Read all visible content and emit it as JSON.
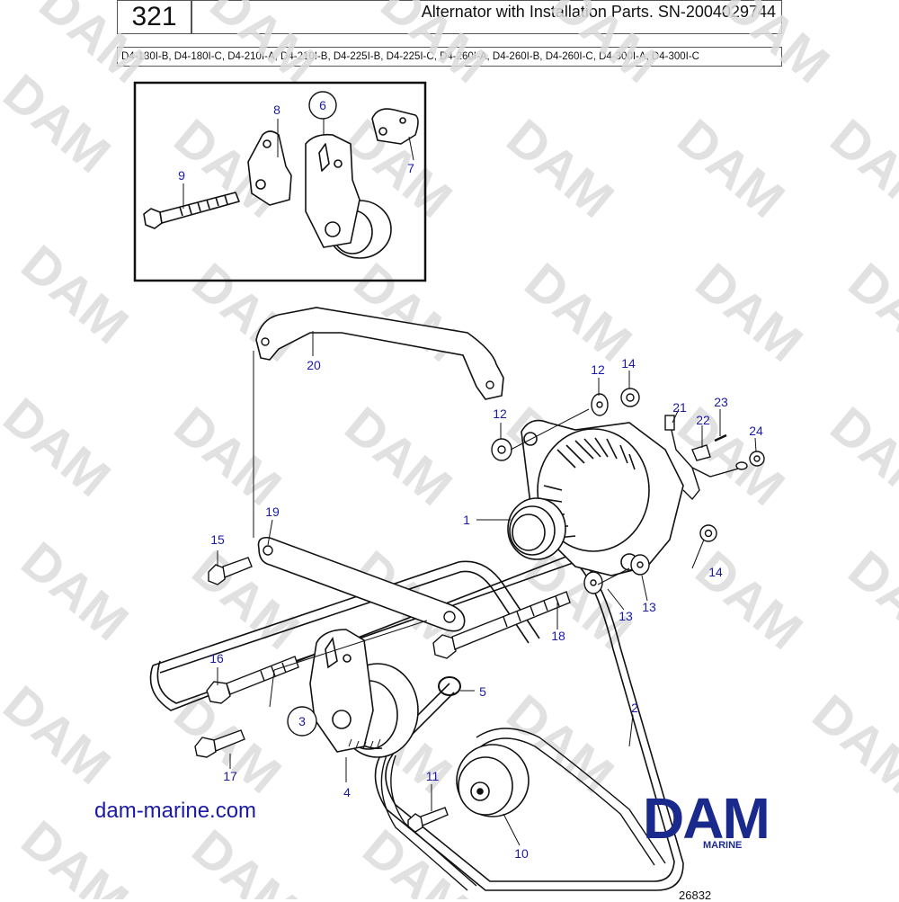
{
  "header": {
    "page_number": "321",
    "title": "Alternator with Installation Parts. SN-2004029744",
    "models": "D4-180I-B, D4-180I-C, D4-210I-A, D4-210I-B, D4-225I-B, D4-225I-C, D4-260I-A, D4-260I-B, D4-260I-C, D4-300I-A, D4-300I-C"
  },
  "watermark": "DAM",
  "footer": {
    "website": "dam-marine.com",
    "logo": "DAM",
    "logo_sub": "MARINE",
    "figure_number": "26832"
  },
  "callouts": [
    {
      "id": "c1",
      "label": "1"
    },
    {
      "id": "c2",
      "label": "2"
    },
    {
      "id": "c3",
      "label": "3"
    },
    {
      "id": "c4",
      "label": "4"
    },
    {
      "id": "c5",
      "label": "5"
    },
    {
      "id": "c6",
      "label": "6"
    },
    {
      "id": "c7",
      "label": "7"
    },
    {
      "id": "c8",
      "label": "8"
    },
    {
      "id": "c9",
      "label": "9"
    },
    {
      "id": "c10",
      "label": "10"
    },
    {
      "id": "c11",
      "label": "11"
    },
    {
      "id": "c12a",
      "label": "12"
    },
    {
      "id": "c12b",
      "label": "12"
    },
    {
      "id": "c13a",
      "label": "13"
    },
    {
      "id": "c13b",
      "label": "13"
    },
    {
      "id": "c14a",
      "label": "14"
    },
    {
      "id": "c14b",
      "label": "14"
    },
    {
      "id": "c15",
      "label": "15"
    },
    {
      "id": "c16",
      "label": "16"
    },
    {
      "id": "c17",
      "label": "17"
    },
    {
      "id": "c18",
      "label": "18"
    },
    {
      "id": "c19",
      "label": "19"
    },
    {
      "id": "c20",
      "label": "20"
    },
    {
      "id": "c21",
      "label": "21"
    },
    {
      "id": "c22",
      "label": "22"
    },
    {
      "id": "c23",
      "label": "23"
    },
    {
      "id": "c24",
      "label": "24"
    }
  ],
  "colors": {
    "callout": "#1a1aa6",
    "line": "#111111",
    "watermark": "#d9d9d9",
    "logo": "#1a2a8c"
  }
}
